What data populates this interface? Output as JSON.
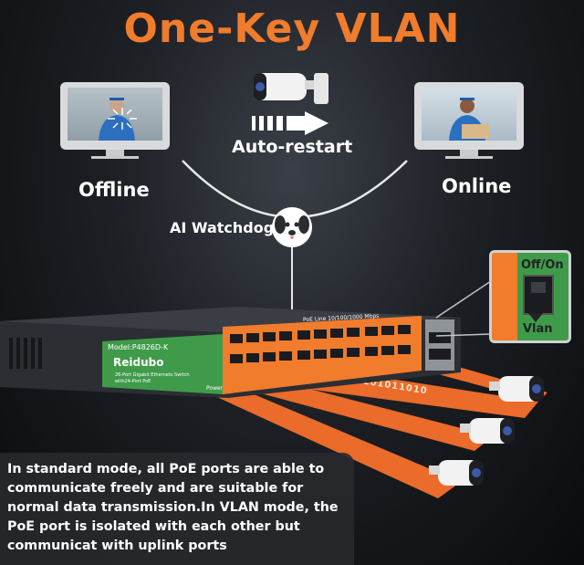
{
  "title": "One-Key VLAN",
  "offline_label": "Offline",
  "online_label": "Online",
  "restart_label": "Auto-restart",
  "watchdog_label": "AI Watchdog",
  "switch": {
    "model": "Model:P4826D-K",
    "brand": "Reidubo",
    "subtitle_line1": "26-Port Gigabit Ethernets Switch",
    "subtitle_line2": "with24-Port PoE",
    "power_label": "Power",
    "poe_line": "PoE Line 10/100/1000 Mbps"
  },
  "vlan_switch": {
    "label_top": "Off/On",
    "label_bottom": "Vlan"
  },
  "description": "In standard mode, all PoE ports are able to communicate freely and are suitable for normal data transmission.In VLAN mode, the PoE port is isolated with each other but communicat with uplink ports",
  "binary_stream": "1010101000101011010",
  "colors": {
    "accent": "#f07c2c",
    "switch_green": "#3f9b49",
    "stream_orange": "#ea6b2a"
  }
}
